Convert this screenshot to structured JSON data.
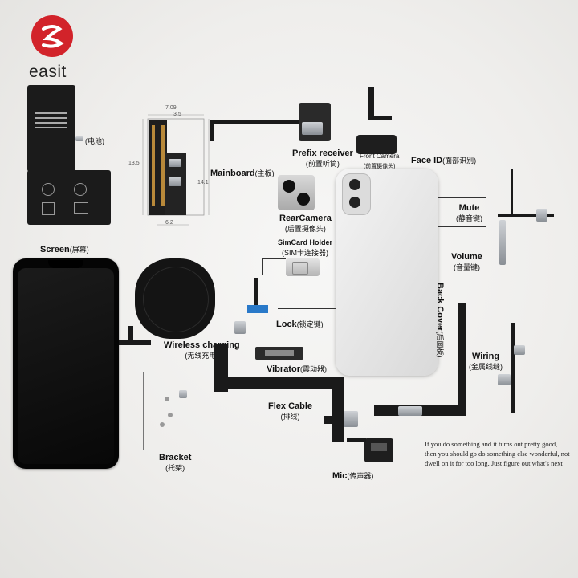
{
  "brand": {
    "name": "easit",
    "accent": "#d2232a"
  },
  "labels": {
    "battery": "(电池)",
    "mainboard": "Mainboard",
    "mainboard_cn": "(主板)",
    "prefix_receiver": "Prefix receiver",
    "prefix_receiver_cn": "(前置听筒)",
    "front_camera": "Front Camera",
    "front_camera_cn": "(前置摄像头)",
    "face_id": "Face ID",
    "face_id_cn": "(面部识别)",
    "rear_camera": "RearCamera",
    "rear_camera_cn": "(后置摄像头)",
    "simcard_holder": "SimCard Holder",
    "simcard_holder_cn": "(SIM卡连接器)",
    "mute": "Mute",
    "mute_cn": "(静音键)",
    "volume": "Volume",
    "volume_cn": "(音量键)",
    "screen": "Screen",
    "screen_cn": "(屏幕)",
    "wireless_charging": "Wireless charging",
    "wireless_charging_cn": "(无线充电)",
    "lock": "Lock",
    "lock_cn": "(锁定键)",
    "back_cover": "Back Cover",
    "back_cover_cn": "(后面板)",
    "wiring": "Wiring",
    "wiring_cn": "(金属线缝)",
    "vibrator": "Vibrator",
    "vibrator_cn": "(震动器)",
    "flex_cable": "Flex Cable",
    "flex_cable_cn": "(排线)",
    "bracket": "Bracket",
    "bracket_cn": "(托架)",
    "mic": "Mic",
    "mic_cn": "(传声器)"
  },
  "dimensions": {
    "top_outer": "7.09",
    "top_inner": "3.5",
    "left": "13.5",
    "right": "14.1",
    "bottom": "6.2"
  },
  "quote": "If you do something and it turns out pretty good, then you should go do something else wonderful, not dwell on it for too long. Just figure out what's next"
}
